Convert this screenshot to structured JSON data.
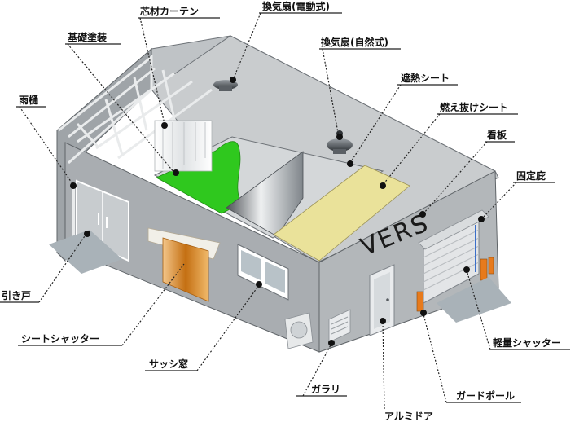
{
  "sign_text": "VERS",
  "colors": {
    "wall": "#a9adb1",
    "roof": "#c4c7ca",
    "floor_green": "#2fc81e",
    "sheet_beige": "#eae29a",
    "door_orange": "#d98a2a",
    "guard_orange": "#e77a1c",
    "shutter": "#e3e5e7"
  },
  "labels": [
    {
      "id": "shinzai-curtain",
      "text": "芯材カーテン"
    },
    {
      "id": "kanki-dendo",
      "text": "換気扇(電動式)"
    },
    {
      "id": "kiso-tosou",
      "text": "基礎塗装"
    },
    {
      "id": "kanki-shizen",
      "text": "換気扇(自然式)"
    },
    {
      "id": "shanetsu-sheet",
      "text": "遮熱シート"
    },
    {
      "id": "amadoi",
      "text": "雨樋"
    },
    {
      "id": "moenuke-sheet",
      "text": "燃え抜けシート"
    },
    {
      "id": "kanban",
      "text": "看板"
    },
    {
      "id": "koteisho",
      "text": "固定庇"
    },
    {
      "id": "hikido",
      "text": "引き戸"
    },
    {
      "id": "sheet-shutter",
      "text": "シートシャッター"
    },
    {
      "id": "keiryo-shutter",
      "text": "軽量シャッター"
    },
    {
      "id": "sasshi-mado",
      "text": "サッシ窓"
    },
    {
      "id": "garari",
      "text": "ガラリ"
    },
    {
      "id": "guard-pole",
      "text": "ガードポール"
    },
    {
      "id": "aluminum-door",
      "text": "アルミドア"
    }
  ]
}
